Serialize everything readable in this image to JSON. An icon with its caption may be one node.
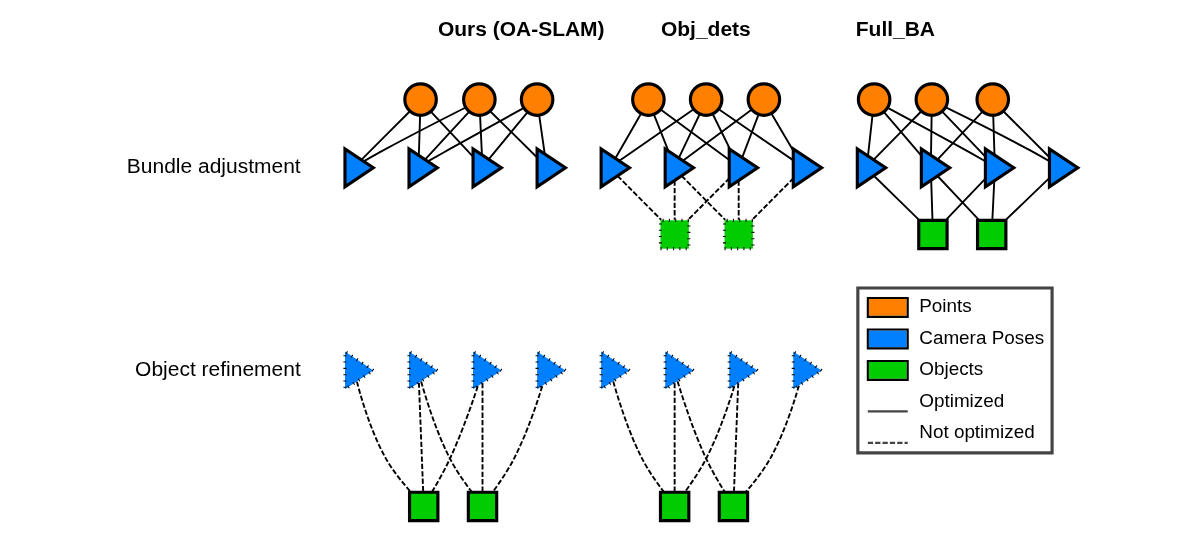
{
  "diagram": {
    "nodes": [
      {
        "text": [],
        "shape": "circle"
      },
      {
        "text": [],
        "shape": "circle"
      },
      {
        "text": [],
        "shape": "circle"
      },
      {
        "text": [],
        "shape": "triangle"
      },
      {
        "text": [],
        "shape": "triangle"
      },
      {
        "text": [],
        "shape": "triangle"
      },
      {
        "text": [],
        "shape": "triangle"
      },
      {
        "text": [],
        "shape": "triangle"
      },
      {
        "text": [],
        "shape": "triangle"
      },
      {
        "text": [],
        "shape": "triangle"
      },
      {
        "text": [],
        "shape": "triangle"
      },
      {
        "text": [],
        "shape": "box"
      },
      {
        "text": [],
        "shape": "box"
      },
      {
        "text": [],
        "shape": "circle"
      },
      {
        "text": [],
        "shape": "circle"
      },
      {
        "text": [],
        "shape": "circle"
      },
      {
        "text": [],
        "shape": "triangle"
      },
      {
        "text": [],
        "shape": "triangle"
      },
      {
        "text": [],
        "shape": "triangle"
      },
      {
        "text": [],
        "shape": "triangle"
      },
      {
        "text": [],
        "shape": "box"
      },
      {
        "text": [],
        "shape": "box"
      },
      {
        "text": [],
        "shape": "triangle"
      },
      {
        "text": [],
        "shape": "triangle"
      },
      {
        "text": [],
        "shape": "triangle"
      },
      {
        "text": [],
        "shape": "triangle"
      },
      {
        "text": [],
        "shape": "box"
      },
      {
        "text": [],
        "shape": "box"
      },
      {
        "text": [],
        "shape": "circle"
      },
      {
        "text": [],
        "shape": "circle"
      },
      {
        "text": [],
        "shape": "circle"
      },
      {
        "text": [],
        "shape": "triangle"
      },
      {
        "text": [],
        "shape": "triangle"
      },
      {
        "text": [],
        "shape": "triangle"
      },
      {
        "text": [],
        "shape": "triangle"
      },
      {
        "text": [],
        "shape": "box"
      },
      {
        "text": [],
        "shape": "box"
      }
    ],
    "edges": [
      {
        "from": 0,
        "to": 3,
        "arrow": "none"
      },
      {
        "from": 0,
        "to": 4,
        "arrow": "none"
      },
      {
        "from": 0,
        "to": 5,
        "arrow": "none"
      },
      {
        "from": 1,
        "to": 3,
        "arrow": "none"
      },
      {
        "from": 1,
        "to": 4,
        "arrow": "none"
      },
      {
        "from": 1,
        "to": 5,
        "arrow": "none"
      },
      {
        "from": 1,
        "to": 6,
        "arrow": "none"
      },
      {
        "from": 2,
        "to": 4,
        "arrow": "none"
      },
      {
        "from": 2,
        "to": 5,
        "arrow": "none"
      },
      {
        "from": 2,
        "to": 6,
        "arrow": "none"
      },
      {
        "from": 7,
        "to": 11,
        "arrow": "none",
        "style": "dashed"
      },
      {
        "from": 8,
        "to": 11,
        "arrow": "none",
        "style": "dashed"
      },
      {
        "from": 9,
        "to": 11,
        "arrow": "none",
        "style": "dashed"
      },
      {
        "from": 8,
        "to": 12,
        "arrow": "none",
        "style": "dashed"
      },
      {
        "from": 9,
        "to": 12,
        "arrow": "none",
        "style": "dashed"
      },
      {
        "from": 10,
        "to": 12,
        "arrow": "none",
        "style": "dashed"
      },
      {
        "from": 13,
        "to": 16,
        "arrow": "none"
      },
      {
        "from": 13,
        "to": 17,
        "arrow": "none"
      },
      {
        "from": 13,
        "to": 18,
        "arrow": "none"
      },
      {
        "from": 14,
        "to": 16,
        "arrow": "none"
      },
      {
        "from": 14,
        "to": 17,
        "arrow": "none"
      },
      {
        "from": 14,
        "to": 18,
        "arrow": "none"
      },
      {
        "from": 14,
        "to": 19,
        "arrow": "none"
      },
      {
        "from": 15,
        "to": 17,
        "arrow": "none"
      },
      {
        "from": 15,
        "to": 18,
        "arrow": "none"
      },
      {
        "from": 15,
        "to": 19,
        "arrow": "none"
      },
      {
        "from": 16,
        "to": 20,
        "arrow": "none",
        "style": "dashed"
      },
      {
        "from": 17,
        "to": 20,
        "arrow": "none",
        "style": "dashed"
      },
      {
        "from": 18,
        "to": 20,
        "arrow": "none",
        "style": "dashed"
      },
      {
        "from": 17,
        "to": 21,
        "arrow": "none",
        "style": "dashed"
      },
      {
        "from": 18,
        "to": 21,
        "arrow": "none",
        "style": "dashed"
      },
      {
        "from": 19,
        "to": 21,
        "arrow": "none",
        "style": "dashed"
      },
      {
        "from": 22,
        "to": 26,
        "arrow": "none",
        "style": "dashed"
      },
      {
        "from": 23,
        "to": 26,
        "arrow": "none",
        "style": "dashed"
      },
      {
        "from": 24,
        "to": 26,
        "arrow": "none",
        "style": "dashed"
      },
      {
        "from": 23,
        "to": 27,
        "arrow": "none",
        "style": "dashed"
      },
      {
        "from": 24,
        "to": 27,
        "arrow": "none",
        "style": "dashed"
      },
      {
        "from": 25,
        "to": 27,
        "arrow": "none",
        "style": "dashed"
      },
      {
        "from": 28,
        "to": 31,
        "arrow": "none"
      },
      {
        "from": 28,
        "to": 32,
        "arrow": "none"
      },
      {
        "from": 28,
        "to": 33,
        "arrow": "none"
      },
      {
        "from": 29,
        "to": 31,
        "arrow": "none"
      },
      {
        "from": 29,
        "to": 32,
        "arrow": "none"
      },
      {
        "from": 29,
        "to": 33,
        "arrow": "none"
      },
      {
        "from": 29,
        "to": 34,
        "arrow": "none"
      },
      {
        "from": 30,
        "to": 32,
        "arrow": "none"
      },
      {
        "from": 30,
        "to": 33,
        "arrow": "none"
      },
      {
        "from": 30,
        "to": 34,
        "arrow": "none"
      },
      {
        "from": 31,
        "to": 35,
        "arrow": "none"
      },
      {
        "from": 32,
        "to": 35,
        "arrow": "none"
      },
      {
        "from": 33,
        "to": 35,
        "arrow": "none"
      },
      {
        "from": 32,
        "to": 36,
        "arrow": "none"
      },
      {
        "from": 33,
        "to": 36,
        "arrow": "none"
      },
      {
        "from": 34,
        "to": 36,
        "arrow": "none"
      }
    ],
    "labels": [
      "Ours (OA-SLAM)",
      "Obj_dets",
      "Full_BA",
      "Bundle adjustment",
      "Object refinement"
    ],
    "legend": [
      {
        "text": "Points"
      },
      {
        "text": "Camera Poses"
      },
      {
        "text": "Objects"
      },
      {
        "text": "Optimized"
      },
      {
        "text": "Not optimized"
      }
    ]
  }
}
